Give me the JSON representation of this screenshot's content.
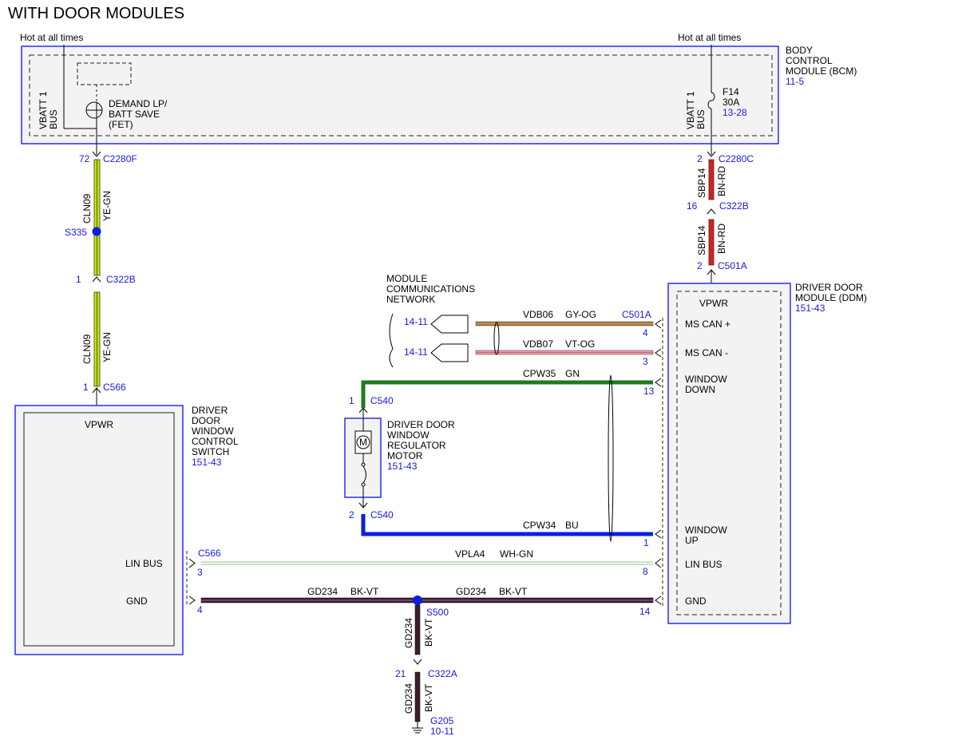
{
  "title": "WITH DOOR MODULES",
  "colors": {
    "module_border": "#2d2df0",
    "module_fill": "#f3f3f3",
    "ref_text": "#1a1adb",
    "wire_ye_gn": "#d6e600",
    "wire_bn_rd": "#c62828",
    "wire_gy_og": "#9c7a4f",
    "wire_vt_og": "#ef9aac",
    "wire_gn": "#1f7a1f",
    "wire_bu": "#0a1ee8",
    "wire_wh_gn": "#b8e0b8",
    "wire_bk_vt": "#3a1f2e",
    "splice": "#0a1ee8"
  },
  "hot_left": "Hot at all times",
  "hot_right": "Hot at all times",
  "bcm": {
    "name_lines": [
      "BODY",
      "CONTROL",
      "MODULE (BCM)"
    ],
    "ref": "11-5",
    "vbatt_left": [
      "VBATT 1",
      "BUS"
    ],
    "vbatt_right": [
      "VBATT 1",
      "BUS"
    ],
    "fet_label": [
      "DEMAND LP/",
      "BATT SAVE",
      "(FET)"
    ],
    "fuse_name": "F14",
    "fuse_amp": "30A",
    "fuse_ref": "13-28"
  },
  "left_circuit": {
    "c2280f_pin": "72",
    "c2280f": "C2280F",
    "circuit": "CLN09",
    "color": "YE-GN",
    "splice": "S335",
    "c322b_pin": "1",
    "c322b": "C322B",
    "c566_pin": "1",
    "c566": "C566"
  },
  "right_circuit": {
    "c2280c_pin": "2",
    "c2280c": "C2280C",
    "circuit": "SBP14",
    "color": "BN-RD",
    "c322b_pin": "16",
    "c322b": "C322B",
    "c501a_pin": "2",
    "c501a": "C501A"
  },
  "ddm": {
    "name_lines": [
      "DRIVER DOOR",
      "MODULE (DDM)"
    ],
    "ref": "151-43",
    "vpwr": "VPWR",
    "pins": [
      "MS CAN +",
      "MS CAN -",
      "WINDOW",
      "DOWN",
      "WINDOW",
      "UP",
      "LIN BUS",
      "GND"
    ]
  },
  "network": {
    "label_lines": [
      "MODULE",
      "COMMUNICATIONS",
      "NETWORK"
    ],
    "ref1": "14-11",
    "ref2": "14-11"
  },
  "can_plus": {
    "circuit": "VDB06",
    "color": "GY-OG",
    "connector": "C501A",
    "pin": "4"
  },
  "can_minus": {
    "circuit": "VDB07",
    "color": "VT-OG",
    "pin": "3"
  },
  "window_down": {
    "circuit": "CPW35",
    "color": "GN",
    "ddm_pin": "13",
    "motor_pin": "1",
    "motor_conn": "C540"
  },
  "window_up": {
    "circuit": "CPW34",
    "color": "BU",
    "ddm_pin": "1",
    "motor_pin": "2",
    "motor_conn": "C540"
  },
  "motor": {
    "name_lines": [
      "DRIVER DOOR",
      "WINDOW",
      "REGULATOR",
      "MOTOR"
    ],
    "ref": "151-43",
    "symbol": "M"
  },
  "switch": {
    "name_lines": [
      "DRIVER",
      "DOOR",
      "WINDOW",
      "CONTROL",
      "SWITCH"
    ],
    "ref": "151-43",
    "vpwr": "VPWR",
    "lin_bus": "LIN BUS",
    "gnd": "GND"
  },
  "lin": {
    "conn": "C566",
    "switch_pin": "3",
    "circuit": "VPLA4",
    "color": "WH-GN",
    "ddm_pin": "8"
  },
  "gnd": {
    "switch_pin": "4",
    "ddm_pin": "14",
    "circuit": "GD234",
    "color": "BK-VT",
    "splice": "S500",
    "c322a_pin": "21",
    "c322a": "C322A",
    "ground": "G205",
    "ground_ref": "10-11"
  }
}
